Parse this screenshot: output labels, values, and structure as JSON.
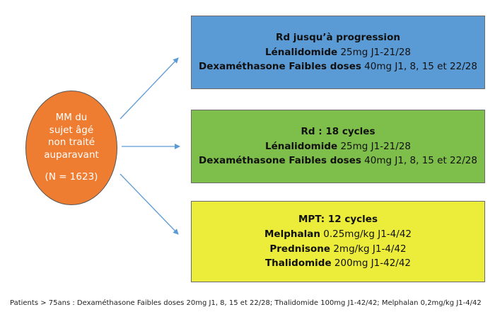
{
  "colors": {
    "ellipse_fill": "#ef7d31",
    "box1_fill": "#5b9bd5",
    "box2_fill": "#7ebe4a",
    "box3_fill": "#ecec3a",
    "arrow": "#5b9bd5"
  },
  "population": {
    "line1": "MM du",
    "line2": "sujet âgé",
    "line3": "non traité",
    "line4": "auparavant",
    "count": "(N = 1623)"
  },
  "arms": [
    {
      "title": "Rd jusqu’à progression",
      "lines": [
        {
          "drug": "Lénalidomide",
          "dose": " 25mg J1-21/28"
        },
        {
          "drug": "Dexaméthasone Faibles doses",
          "dose": " 40mg J1, 8, 15 et 22/28"
        }
      ]
    },
    {
      "title": "Rd : 18 cycles",
      "lines": [
        {
          "drug": "Lénalidomide",
          "dose": " 25mg J1-21/28"
        },
        {
          "drug": "Dexaméthasone Faibles doses",
          "dose": " 40mg J1, 8, 15 et 22/28"
        }
      ]
    },
    {
      "title": "MPT: 12 cycles",
      "lines": [
        {
          "drug": "Melphalan",
          "dose": " 0.25mg/kg J1-4/42"
        },
        {
          "drug": "Prednisone",
          "dose": " 2mg/kg J1-4/42"
        },
        {
          "drug": "Thalidomide",
          "dose": " 200mg J1-42/42"
        }
      ]
    }
  ],
  "footnote": "Patients > 75ans : Dexaméthasone Faibles doses 20mg J1, 8, 15 et 22/28; Thalidomide 100mg J1-42/42; Melphalan 0,2mg/kg J1-4/42"
}
